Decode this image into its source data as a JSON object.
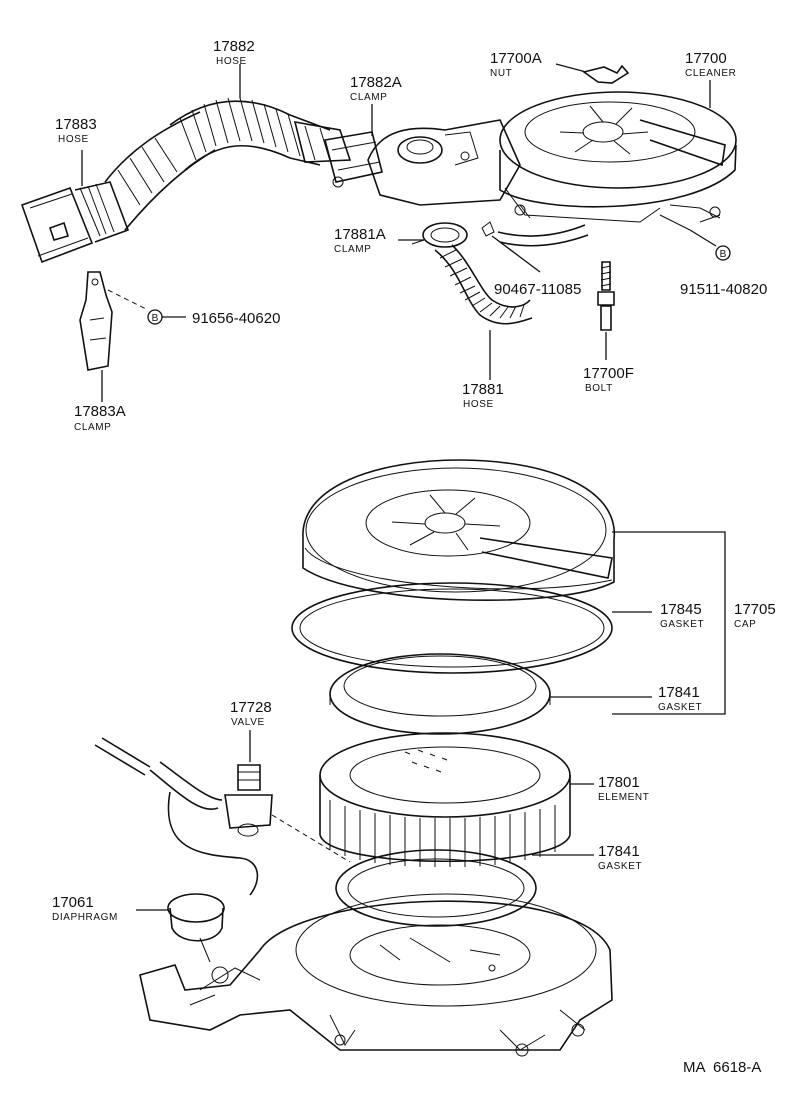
{
  "parts": {
    "p17882": {
      "number": "17882",
      "name": "HOSE"
    },
    "p17883": {
      "number": "17883",
      "name": "HOSE"
    },
    "p17882A": {
      "number": "17882A",
      "name": "CLAMP"
    },
    "p17700A": {
      "number": "17700A",
      "name": "NUT"
    },
    "p17700": {
      "number": "17700",
      "name": "CLEANER"
    },
    "p17881A": {
      "number": "17881A",
      "name": "CLAMP"
    },
    "p90467": {
      "number": "90467-11085"
    },
    "p91511": {
      "number": "91511-40820",
      "badge": "B"
    },
    "p91656": {
      "number": "91656-40620",
      "badge": "B"
    },
    "p17700F": {
      "number": "17700F",
      "name": "BOLT"
    },
    "p17881": {
      "number": "17881",
      "name": "HOSE"
    },
    "p17883A": {
      "number": "17883A",
      "name": "CLAMP"
    },
    "p17845": {
      "number": "17845",
      "name": "GASKET"
    },
    "p17705": {
      "number": "17705",
      "name": "CAP"
    },
    "p17841a": {
      "number": "17841",
      "name": "GASKET"
    },
    "p17728": {
      "number": "17728",
      "name": "VALVE"
    },
    "p17801": {
      "number": "17801",
      "name": "ELEMENT"
    },
    "p17841b": {
      "number": "17841",
      "name": "GASKET"
    },
    "p17061": {
      "number": "17061",
      "name": "DIAPHRAGM"
    }
  },
  "footer": {
    "code": "MA  6618-A"
  }
}
